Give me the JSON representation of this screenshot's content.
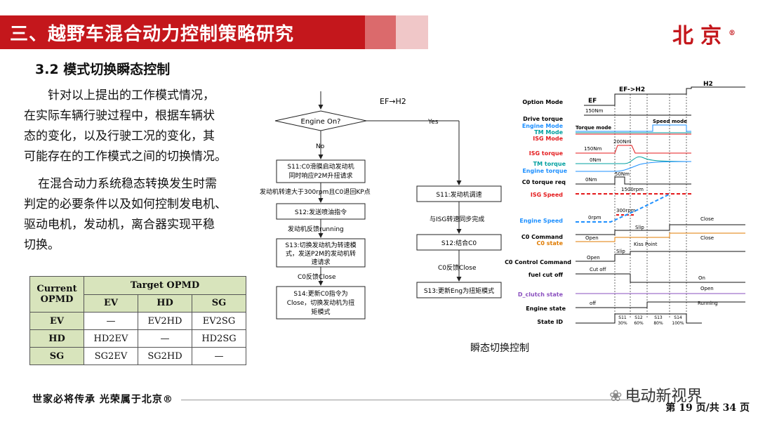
{
  "header": {
    "title": "三、越野车混合动力控制策略研究",
    "logo": "北京",
    "logo_mark": "®"
  },
  "section_title": "3.2 模式切换瞬态控制",
  "paragraphs": [
    "针对以上提出的工作模式情况，",
    "在实际车辆行驶过程中，根据车辆状",
    "态的变化，以及行驶工况的变化，其",
    "可能存在的工作模式之间的切换情况。",
    "在混合动力系统稳态转换发生时需",
    "判定的必要条件以及如何控制发电机、",
    "驱动电机，发动机，离合器实现平稳",
    "切换。"
  ],
  "table": {
    "corner": "Current OPMD",
    "group": "Target OPMD",
    "cols": [
      "EV",
      "HD",
      "SG"
    ],
    "rows": [
      {
        "h": "EV",
        "c": [
          "—",
          "EV2HD",
          "EV2SG"
        ]
      },
      {
        "h": "HD",
        "c": [
          "HD2EV",
          "—",
          "HD2SG"
        ]
      },
      {
        "h": "SG",
        "c": [
          "SG2EV",
          "SG2HD",
          "—"
        ]
      }
    ]
  },
  "flow": {
    "title": "EF→H2",
    "decision": "Engine On?",
    "yes": "Yes",
    "no": "No",
    "s11a": [
      "S11:C0滑膜启动发动机",
      "同时响应P2M升扭请求"
    ],
    "cond1": "发动机转速大于300rpm且C0退回KP点",
    "s12a": "S12:发送喷油指令",
    "cond2": "发动机反馈running",
    "s13a": [
      "S13:切换发动机为转速模",
      "式，发送P2M的发动机转",
      "速请求"
    ],
    "cond3": "C0反馈Close",
    "s14": [
      "S14:更新C0指令为",
      "Close，切换发动机为扭",
      "矩模式"
    ],
    "s11b": "S11:发动机调速",
    "cond4": "与ISG转速同步完成",
    "s12b": "S12:结合C0",
    "cond5": "C0反馈Close",
    "s13b": "S13:更新Eng为扭矩模式"
  },
  "timing": {
    "top_labels": {
      "ef": "EF",
      "efh2": "EF->H2",
      "h2": "H2"
    },
    "signals": [
      "Option Mode",
      "Drive torque",
      "Engine Mode",
      "TM Mode",
      "ISG Mode",
      "ISG torque",
      "TM torque",
      "Engine torque",
      "C0 torque req",
      "ISG Speed",
      "Engine Speed",
      "C0 Command",
      "C0 state",
      "C0 Control Command",
      "fuel cut off",
      "D_clutch state",
      "Engine state",
      "State ID"
    ],
    "annotations": {
      "t150a": "150Nm",
      "torque_mode": "Torque mode",
      "speed_mode": "Speed mode",
      "t200": "200Nm",
      "t150b": "150Nm",
      "t0a": "0Nm",
      "t50": "50Nm",
      "t0b": "0Nm",
      "r1500": "1500rpm",
      "r300": "300rpm",
      "r0": "0rpm",
      "close1": "Close",
      "slip1": "Slip",
      "open1": "Open",
      "kiss": "Kiss Point",
      "close2": "Close",
      "open2": "Open",
      "slip2": "Slip",
      "cutoff": "Cut off",
      "on": "On",
      "open3": "Open",
      "off": "off",
      "running": "Running"
    },
    "states": [
      {
        "id": "S11",
        "pct": "30%"
      },
      {
        "id": "S12",
        "pct": "60%"
      },
      {
        "id": "S13",
        "pct": "80%"
      },
      {
        "id": "S14",
        "pct": "100%"
      }
    ]
  },
  "caption": "瞬态切换控制",
  "footer": {
    "slogan": "世家必将传承 光荣属于北京®",
    "page": "第 19 页/共 34 页",
    "watermark": "电动新视界",
    "wm_mark": "❀"
  },
  "colors": {
    "brand_red": "#c4171c",
    "table_header": "#d8e4bc",
    "engine_blue": "#1e90ff",
    "tm_teal": "#00a0a0",
    "isg_red": "#e41a1c",
    "c0_orange": "#e07b00",
    "dclutch_purple": "#8a4fbf"
  }
}
